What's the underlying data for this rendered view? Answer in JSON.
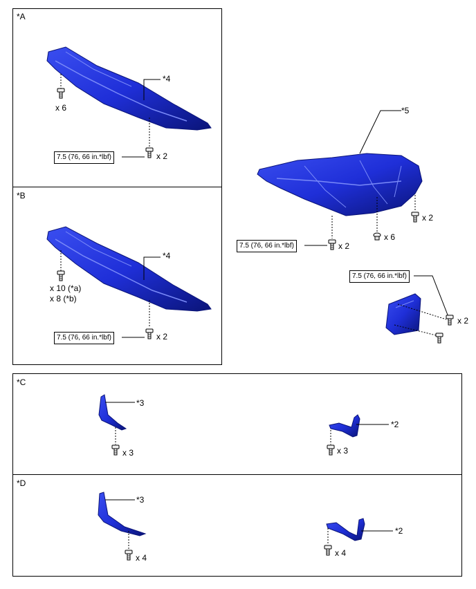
{
  "panels": {
    "a": {
      "label": "*A"
    },
    "b": {
      "label": "*B"
    },
    "c": {
      "label": "*C"
    },
    "d": {
      "label": "*D"
    }
  },
  "callouts": {
    "c2": "*2",
    "c3": "*3",
    "c4": "*4",
    "c5": "*5"
  },
  "torque_spec": "7.5 (76, 66 in.*lbf)",
  "quantities": {
    "x2": "x 2",
    "x3": "x 3",
    "x4": "x 4",
    "x6": "x 6",
    "x10a": "x 10 (*a)",
    "x8b": "x 8 (*b)"
  },
  "colors": {
    "part_blue": "#1f2fd8",
    "part_dark": "#0a1478",
    "part_light": "#5a6cf0",
    "fastener": "#e8e8e8"
  }
}
